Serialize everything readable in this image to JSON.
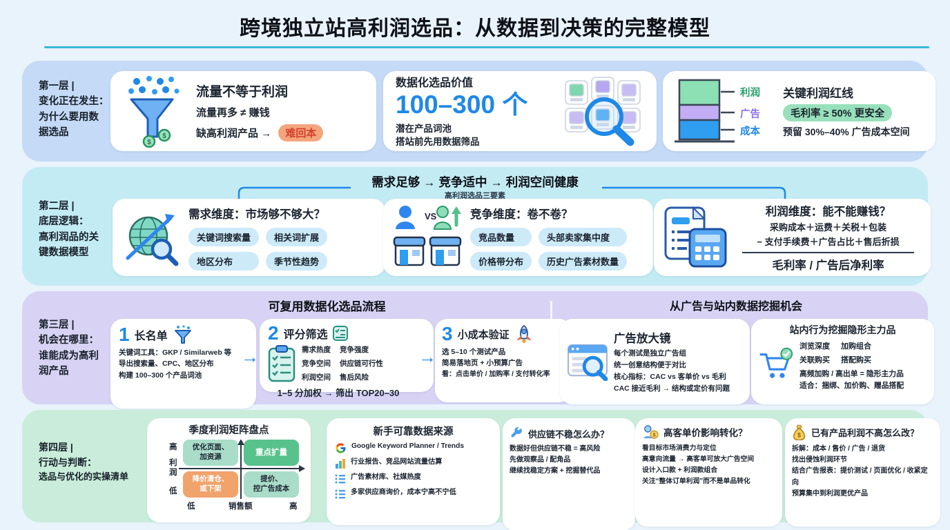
{
  "title": "跨境独立站高利润选品：从数据到决策的完整模型",
  "colors": {
    "accent_blue": "#1f88e8",
    "teal_line": "#38b9d9",
    "warn_orange": "#f4a57d",
    "safe_green": "#98e0bb",
    "profit_green": "#8ce0b4",
    "ad_purple": "#c3aef5",
    "cost_blue": "#2f9df0"
  },
  "layer1": {
    "label": [
      "第一层 |",
      "变化正在发生：",
      "为什么要用数",
      "据选品"
    ],
    "traffic_card": {
      "title": "流量不等于利润",
      "line1": "流量再多 ≠ 赚钱",
      "line2_prefix": "缺高利润产品 →",
      "line2_highlight": "难回本",
      "coin_symbol": "$"
    },
    "value_card": {
      "title": "数据化选品价值",
      "big_number": "100–300 个",
      "line1": "潜在产品词池",
      "line2": "搭站前先用数据筛品"
    },
    "redline_card": {
      "title": "关键利润红线",
      "highlight": "毛利率 ≥ 50% 更安全",
      "line2": "预留 30%–40% 广告成本空间",
      "bar_labels": [
        "利润",
        "广告",
        "成本"
      ]
    }
  },
  "layer2": {
    "label": [
      "第二层 |",
      "底层逻辑：",
      "高利润品的关",
      "键数据模型"
    ],
    "flow_title": "需求足够 → 竞争适中 → 利润空间健康",
    "flow_subtitle": "高利润选品三要素",
    "demand_card": {
      "title": "需求维度：市场够不够大？",
      "tags": [
        "关键词搜索量",
        "相关词扩展",
        "地区分布",
        "季节性趋势"
      ]
    },
    "competition_card": {
      "title": "竞争维度：卷不卷？",
      "vs_label": "VS",
      "tags": [
        "竞品数量",
        "头部卖家集中度",
        "价格带分布",
        "历史广告素材数量"
      ]
    },
    "profit_card": {
      "title": "利润维度：能不能赚钱？",
      "formula_line1": "采购成本＋运费＋关税＋包装",
      "formula_line2": "− 支付手续费＋广告占比＋售后折损",
      "result": "毛利率 / 广告后净利率"
    }
  },
  "layer3": {
    "label": [
      "第三层 |",
      "机会在哪里：",
      "谁能成为高利",
      "润产品"
    ],
    "left_header": "可复用数据化选品流程",
    "right_header": "从广告与站内数据挖掘机会",
    "arrow_glyph": "→",
    "step1": {
      "num": "1",
      "title": "长名单",
      "lines": [
        "关键词工具：GKP / Similarweb 等",
        "导出搜索量、CPC、地区分布",
        "构建 100–300 个产品词池"
      ]
    },
    "step2": {
      "num": "2",
      "title": "评分筛选",
      "items": [
        "需求热度",
        "竞争强度",
        "竞争空间",
        "供应链可行性",
        "利润空间",
        "售后风险"
      ],
      "footer": "1–5 分加权 → 筛出 TOP20–30"
    },
    "step3": {
      "num": "3",
      "title": "小成本验证",
      "lines": [
        "选 5–10 个测试产品",
        "简易落地页 + 小预算广告",
        "看：点击单价 / 加购率 / 支付转化率"
      ]
    },
    "ad_card": {
      "title": "广告放大镜",
      "lines": [
        "每个测试是独立广告组",
        "统一创意结构便于对比",
        "核心指标：CAC vs 客单价 vs 毛利",
        "CAC 接近毛利 → 结构或定价有问题"
      ]
    },
    "behavior_card": {
      "title": "站内行为挖掘隐形主力品",
      "metrics": [
        "浏览深度",
        "加购组合",
        "关联购买",
        "搭配购买"
      ],
      "lines": [
        "高频加购 / 高出单 = 隐形主力品",
        "适合：捆绑、加价购、赠品搭配"
      ]
    }
  },
  "layer4": {
    "label": [
      "第四层 |",
      "行动与判断：",
      "选品与优化的实操清单"
    ],
    "matrix_card": {
      "title": "季度利润矩阵盘点",
      "y_high": "高",
      "y_axis": "利润",
      "y_low": "低",
      "x_low": "低",
      "x_axis": "销售额",
      "x_high": "高",
      "q_tl": [
        "优化页面、",
        "加资源"
      ],
      "q_tr": [
        "重点扩量"
      ],
      "q_bl": [
        "降价清仓、",
        "或下架"
      ],
      "q_br": [
        "提价、",
        "控广告成本"
      ]
    },
    "source_card": {
      "title": "新手可靠数据来源",
      "items": [
        "Google Keyword Planner / Trends",
        "行业报告、竞品网站流量估算",
        "广告素材库、社媒热度",
        "多家供应商询价，成本宁高不宁低"
      ]
    },
    "supply_card": {
      "title": "供应链不稳怎么办？",
      "lines": [
        "数据好但供应链不稳 = 高风险",
        "先做观察品 / 配角品",
        "继续找稳定方案 + 挖掘替代品"
      ]
    },
    "aov_card": {
      "title": "高客单价影响转化？",
      "lines": [
        "看目标市场消费力与定位",
        "高意向流量 → 高客单可放大广告空间",
        "设计入口款 + 利润款组合",
        "关注“整体订单利润”而不是单品转化"
      ]
    },
    "improve_card": {
      "title": "已有产品利润不高怎么改？",
      "lines": [
        "拆解：成本 / 售价 / 广告 / 退货",
        "找出侵蚀利润环节",
        "结合广告报表：提价测试 / 页面优化 / 收紧定向",
        "预算集中到利润更优产品"
      ]
    }
  }
}
